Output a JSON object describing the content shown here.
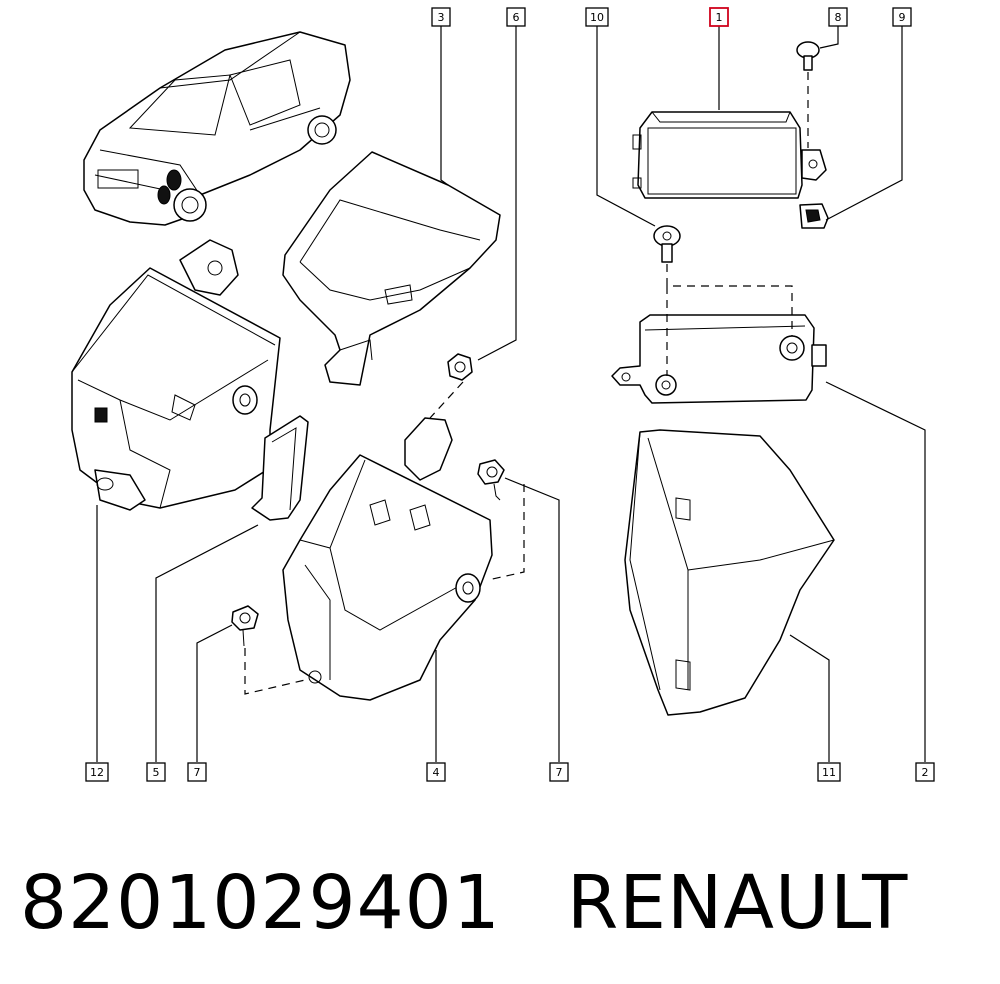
{
  "labels": [
    {
      "id": "3",
      "text": "3"
    },
    {
      "id": "6",
      "text": "6"
    },
    {
      "id": "10",
      "text": "10"
    },
    {
      "id": "1",
      "text": "1"
    },
    {
      "id": "8",
      "text": "8"
    },
    {
      "id": "9",
      "text": "9"
    },
    {
      "id": "12",
      "text": "12"
    },
    {
      "id": "5",
      "text": "5"
    },
    {
      "id": "7a",
      "text": "7"
    },
    {
      "id": "4",
      "text": "4"
    },
    {
      "id": "7b",
      "text": "7"
    },
    {
      "id": "11",
      "text": "11"
    },
    {
      "id": "2",
      "text": "2"
    }
  ],
  "highlighted_label": "1",
  "colors": {
    "highlight": "#d0021b",
    "ink": "#000000"
  },
  "footer": {
    "part_number": "8201029401",
    "brand": "RENAULT"
  }
}
